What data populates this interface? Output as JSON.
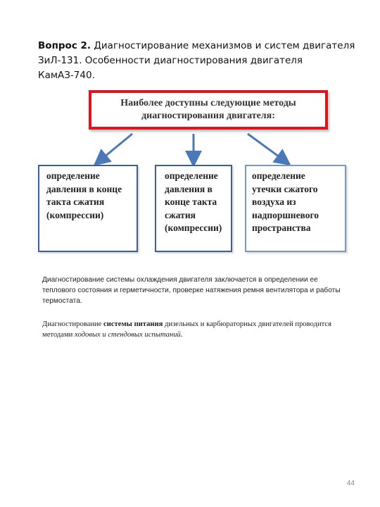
{
  "heading": {
    "label": "Вопрос 2.",
    "line1_rest": " Диагностирование механизмов и систем двигателя",
    "line2": "ЗиЛ-131. Особенности диагностирования двигателя КамАЗ-740."
  },
  "main_box": {
    "lines": [
      "Наиболее доступны следующие методы",
      "диагностирования двигателя:"
    ]
  },
  "methods": [
    {
      "lines": [
        "определение",
        "давления в конце",
        "такта сжатия",
        "(компрессии)"
      ]
    },
    {
      "lines": [
        "определение",
        "давления в",
        "конце такта",
        "сжатия",
        "(компрессии)"
      ]
    },
    {
      "lines": [
        "определение",
        "утечки сжатого",
        "воздуха из",
        "надпоршневого",
        "пространства"
      ]
    }
  ],
  "paragraph1": "Диагностирование системы охлаждения двигателя заключается в определении ее теплового состояния и герметичности, проверке натяжения ремня вентилятора и работы термостата.",
  "paragraph2": {
    "part1": "Диагностирование ",
    "bold": "системы питания",
    "part2": " дизельных и карбюраторных двигателей проводится методами ",
    "italic": "ходовых и стендовых испытаний",
    "part3": "."
  },
  "page_number": "44",
  "colors": {
    "red_border": "#e0141c",
    "blue_border": "#3b5f99",
    "arrow": "#4a78b8"
  }
}
